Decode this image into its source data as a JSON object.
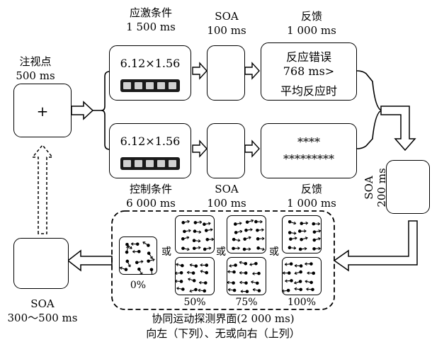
{
  "fixation": {
    "title": "注视点",
    "duration": "500 ms",
    "symbol": "+"
  },
  "top_row": {
    "stimulus_title": "应激条件",
    "stimulus_duration": "1 500 ms",
    "stimulus_value": "6.12×1.56",
    "soa_title": "SOA",
    "soa_duration": "100 ms",
    "feedback_title": "反馈",
    "feedback_duration": "1 000 ms",
    "feedback_lines": [
      "反应错误",
      "768 ms>",
      "平均反应时"
    ]
  },
  "bottom_row": {
    "stimulus_title": "控制条件",
    "stimulus_duration": "6 000 ms",
    "stimulus_value": "6.12×1.56",
    "soa_title": "SOA",
    "soa_duration": "100 ms",
    "feedback_title": "反馈",
    "feedback_duration": "1 000 ms",
    "feedback_lines": [
      "****",
      "*********"
    ]
  },
  "right_soa": {
    "title": "SOA",
    "duration": "200 ms"
  },
  "left_soa": {
    "title": "SOA",
    "duration": "300～500 ms"
  },
  "motion": {
    "title": "协同运动探测界面(2 000 ms)",
    "subtitle": "向左（下列）、无或向右（上列）",
    "or_label": "或",
    "percent_labels": [
      "0%",
      "50%",
      "75%",
      "100%"
    ]
  },
  "colors": {
    "stroke": "#000000",
    "bar_fill": "#1a1a1a",
    "bar_cell": "#d0d0d0"
  }
}
